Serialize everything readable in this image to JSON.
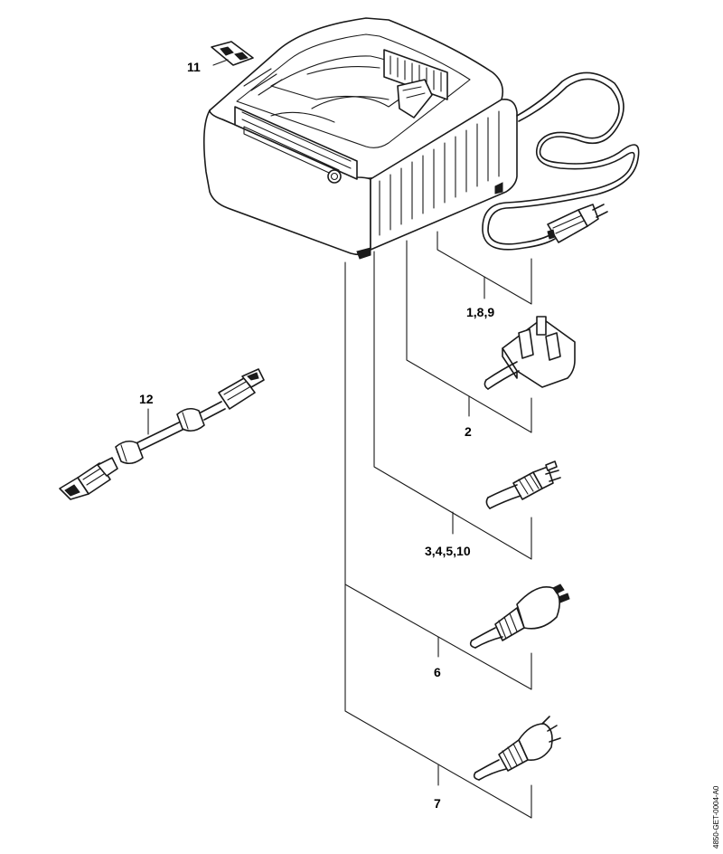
{
  "callouts": {
    "c11": "11",
    "c189": "1,8,9",
    "c2": "2",
    "c12": "12",
    "c3": "3,4,5,10",
    "c6": "6",
    "c7": "7"
  },
  "document_id": "4850-GET-0004-A0",
  "icons": [
    "charger-unit",
    "label-sticker",
    "euro-plug",
    "uk-plug",
    "us-plug",
    "au-plug",
    "cn-plug",
    "usb-cable"
  ]
}
